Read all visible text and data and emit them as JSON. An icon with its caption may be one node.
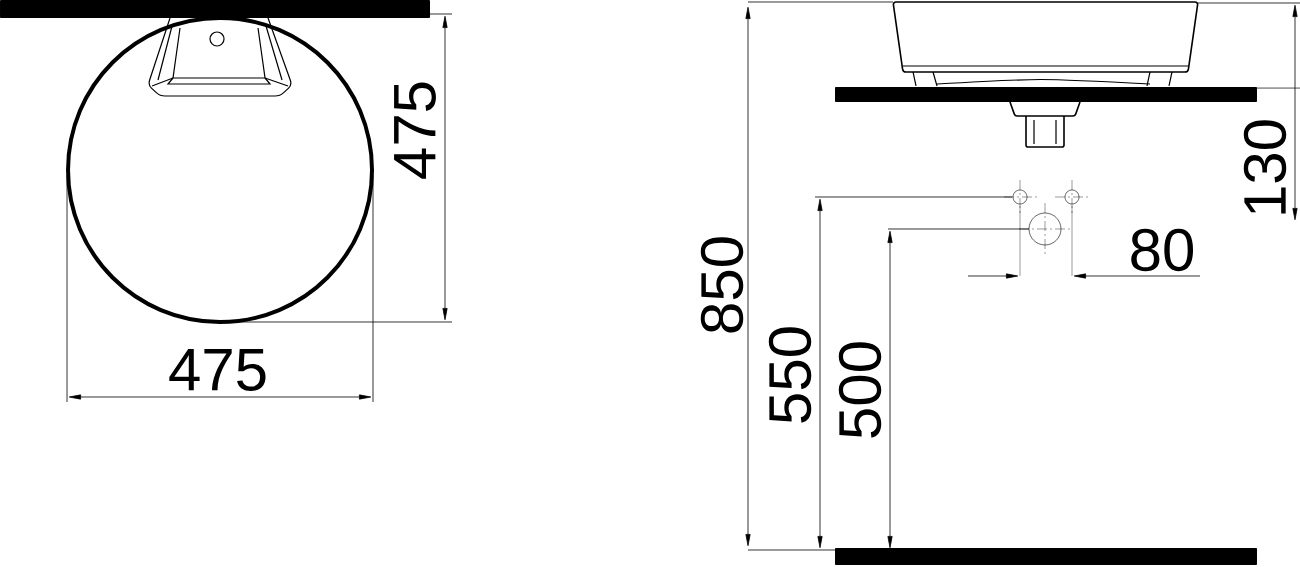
{
  "diagram": {
    "labels": [
      "475",
      "130",
      "80",
      "850",
      "475",
      "550",
      "500"
    ]
  }
}
